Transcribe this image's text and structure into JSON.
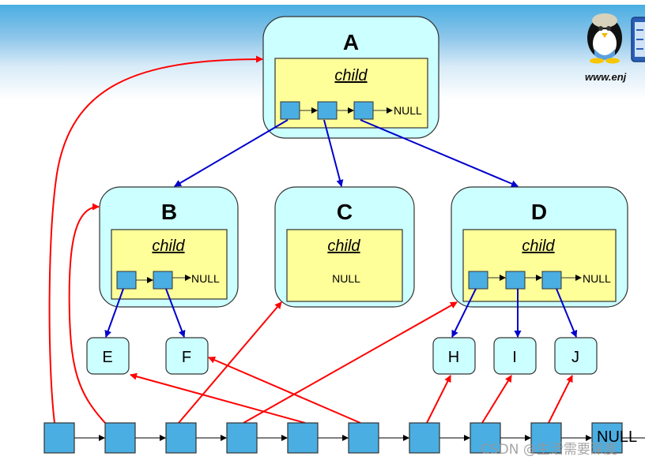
{
  "tree": {
    "root": {
      "label": "A",
      "child_label": "child",
      "child_slots": 3,
      "end_label": "NULL"
    },
    "level2": [
      {
        "label": "B",
        "child_label": "child",
        "child_slots": 2,
        "end_label": "NULL"
      },
      {
        "label": "C",
        "child_label": "child",
        "child_slots": 0,
        "end_label": "NULL"
      },
      {
        "label": "D",
        "child_label": "child",
        "child_slots": 3,
        "end_label": "NULL"
      }
    ],
    "leaves": [
      "E",
      "F",
      "H",
      "I",
      "J"
    ]
  },
  "queue": {
    "length": 10,
    "end_label": "NULL",
    "targets": [
      "A",
      "B",
      "C",
      "D",
      "E",
      "F",
      "H",
      "I",
      "J"
    ]
  },
  "logo": {
    "icon": "penguin-mascot-icon",
    "url_text": "www.enj"
  },
  "watermark": "CSDN @生活需要深度",
  "colors": {
    "node_fill": "#ccffff",
    "child_box_fill": "#ffff99",
    "slot_fill": "#4aaee2",
    "tree_edge": "#0000cc",
    "queue_edge": "#ff0000"
  }
}
